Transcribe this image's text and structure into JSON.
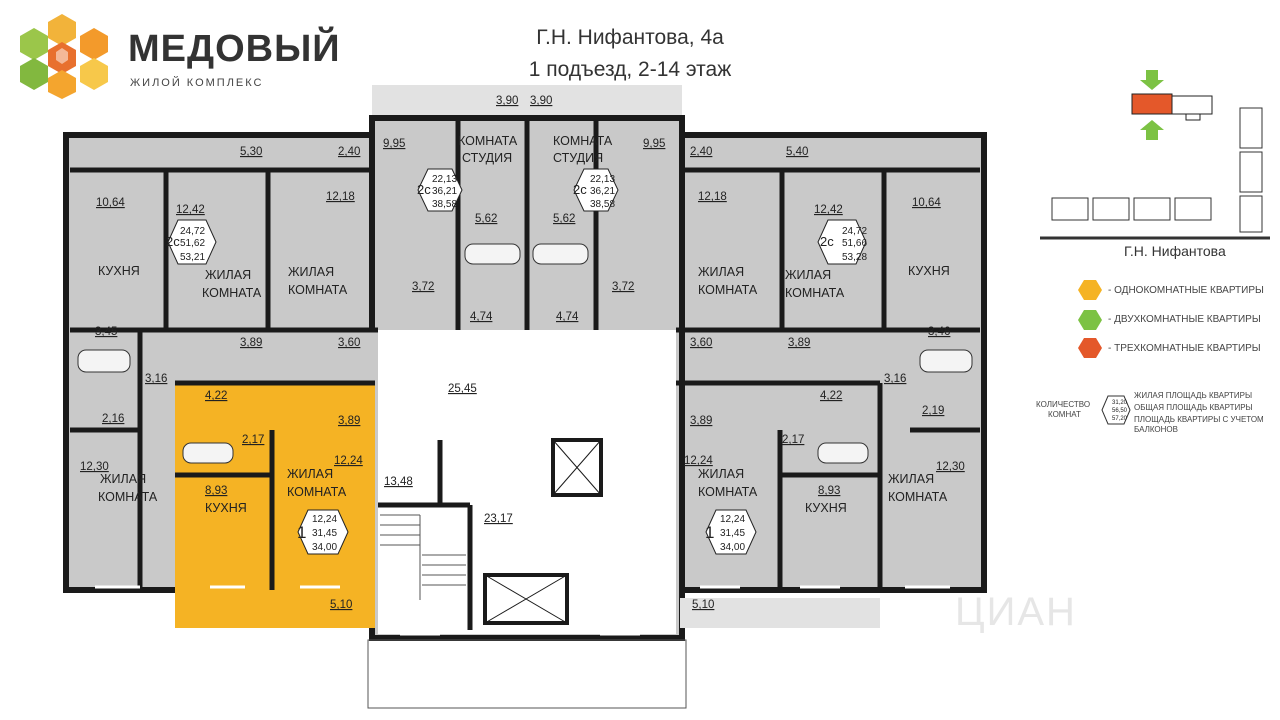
{
  "header": {
    "brand_name": "МЕДОВЫЙ",
    "brand_sub": "ЖИЛОЙ КОМПЛЕКС",
    "address": "Г.Н. Нифантова, 4а",
    "subtitle": "1 подъезд, 2-14 этаж"
  },
  "colors": {
    "one_room": "#f5b324",
    "two_room": "#7cc244",
    "three_room": "#e4582a",
    "room_fill": "#c9c9c9",
    "balcony_fill": "#e2e2e2",
    "wall": "#1a1a1a"
  },
  "key_plan": {
    "street": "Г.Н. Нифантова"
  },
  "legend": {
    "items": [
      {
        "label": "- ОДНОКОМНАТНЫЕ КВАРТИРЫ",
        "color": "#f5b324"
      },
      {
        "label": "- ДВУХКОМНАТНЫЕ КВАРТИРЫ",
        "color": "#7cc244"
      },
      {
        "label": "- ТРЕХКОМНАТНЫЕ КВАРТИРЫ",
        "color": "#e4582a"
      }
    ],
    "count_label_1": "КОЛИЧЕСТВО",
    "count_label_2": "КОМНАТ",
    "badge_values": [
      "31,20",
      "56,50",
      "57,20"
    ],
    "desc_1": "ЖИЛАЯ ПЛОЩАДЬ КВАРТИРЫ",
    "desc_2": "ОБЩАЯ ПЛОЩАДЬ КВАРТИРЫ",
    "desc_3": "ПЛОЩАДЬ КВАРТИРЫ С УЧЕТОМ",
    "desc_4": "БАЛКОНОВ"
  },
  "labels": {
    "kitchen": "КУХНЯ",
    "living_1": "ЖИЛАЯ",
    "living_2": "КОМНАТА",
    "studio_1": "КОМНАТА",
    "studio_2": "СТУДИЯ"
  },
  "apartments": {
    "a_left_2c": {
      "rooms": "2с",
      "values": [
        "24,72",
        "51,62",
        "53,21"
      ]
    },
    "a_studio_l": {
      "rooms": "2с",
      "values": [
        "22,13",
        "36,21",
        "38,58"
      ]
    },
    "a_studio_r": {
      "rooms": "2с",
      "values": [
        "22,13",
        "36,21",
        "38,58"
      ]
    },
    "a_right_2c": {
      "rooms": "2с",
      "values": [
        "24,72",
        "51,66",
        "53,28"
      ]
    },
    "a_left_1": {
      "rooms": "1",
      "values": [
        "12,24",
        "31,45",
        "34,00"
      ]
    },
    "a_right_1": {
      "rooms": "1",
      "values": [
        "12,24",
        "31,45",
        "34,00"
      ]
    }
  },
  "areas": {
    "b530": "5,30",
    "b240l": "2,40",
    "b390l": "3,90",
    "b390r": "3,90",
    "b240r": "2,40",
    "b540": "5,40",
    "r995l": "9,95",
    "r995r": "9,95",
    "r1064l": "10,64",
    "r1242l": "12,42",
    "r1218l": "12,18",
    "r562l": "5,62",
    "r562r": "5,62",
    "r1218r": "12,18",
    "r1242r": "12,42",
    "r1064r": "10,64",
    "r372l": "3,72",
    "r474l": "4,74",
    "r474r": "4,74",
    "r372r": "3,72",
    "r345": "3,45",
    "r389l": "3,89",
    "r360l": "3,60",
    "r2545": "25,45",
    "r360r": "3,60",
    "r389r": "3,89",
    "r346": "3,46",
    "r316l": "3,16",
    "r316r": "3,16",
    "r422l": "4,22",
    "r389c": "3,89",
    "r389d": "3,89",
    "r422r": "4,22",
    "r216": "2,16",
    "r217l": "2,17",
    "r217r": "2,17",
    "r219": "2,19",
    "r1230l": "12,30",
    "r1224l": "12,24",
    "r1224r": "12,24",
    "r1230r": "12,30",
    "r1348": "13,48",
    "r2317": "23,17",
    "r893l": "8,93",
    "r893r": "8,93",
    "b510l": "5,10",
    "b510r": "5,10"
  },
  "watermark": "ЦИАН"
}
